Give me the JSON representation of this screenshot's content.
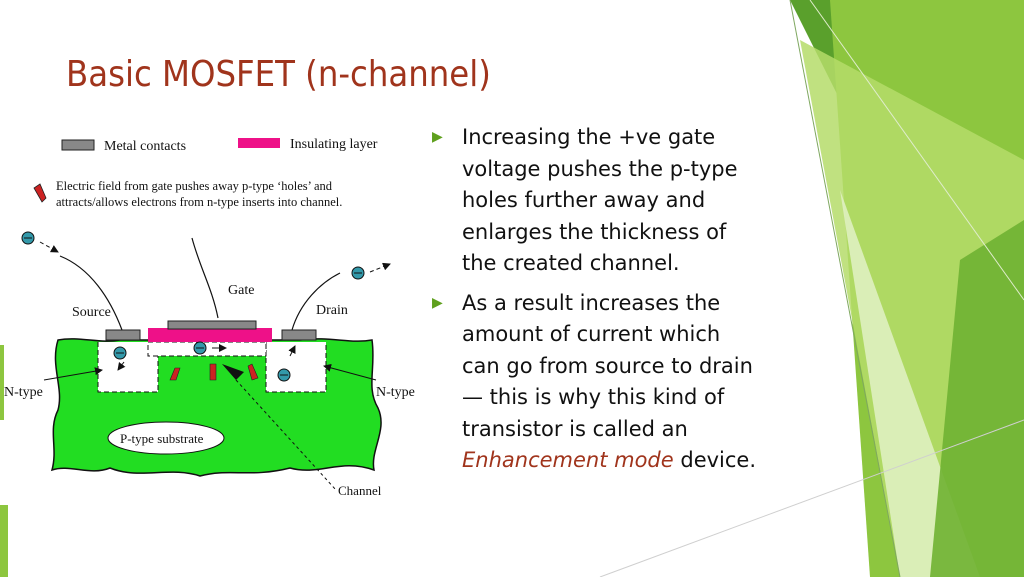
{
  "slide": {
    "title": "Basic MOSFET (n-channel)",
    "accent_color": "#a0341c",
    "theme_green": "#8dc63f"
  },
  "diagram": {
    "legend": {
      "metal_contacts": "Metal contacts",
      "insulating_layer": "Insulating layer",
      "field_line1": "Electric field from gate pushes away p-type ‘holes’ and",
      "field_line2": "attracts/allows electrons from n-type inserts into channel."
    },
    "labels": {
      "source": "Source",
      "gate": "Gate",
      "drain": "Drain",
      "n_type_left": "N-type",
      "n_type_right": "N-type",
      "substrate": "P-type substrate",
      "channel": "Channel"
    },
    "colors": {
      "substrate": "#22dd22",
      "insulator": "#ee1188",
      "metal": "#888888",
      "arrow": "#cc2222",
      "electron": "#3399aa"
    }
  },
  "bullets": [
    {
      "text": "Increasing the +ve gate voltage pushes the p-type holes further away and enlarges the thickness of the created channel.",
      "icon": "triangle-bullet-icon"
    },
    {
      "text_before": "As a result increases the amount of current which can go from source to drain — this is why this kind of transistor is called an ",
      "emphasis": "Enhancement mode",
      "text_after": " device.",
      "icon": "triangle-bullet-icon"
    }
  ]
}
